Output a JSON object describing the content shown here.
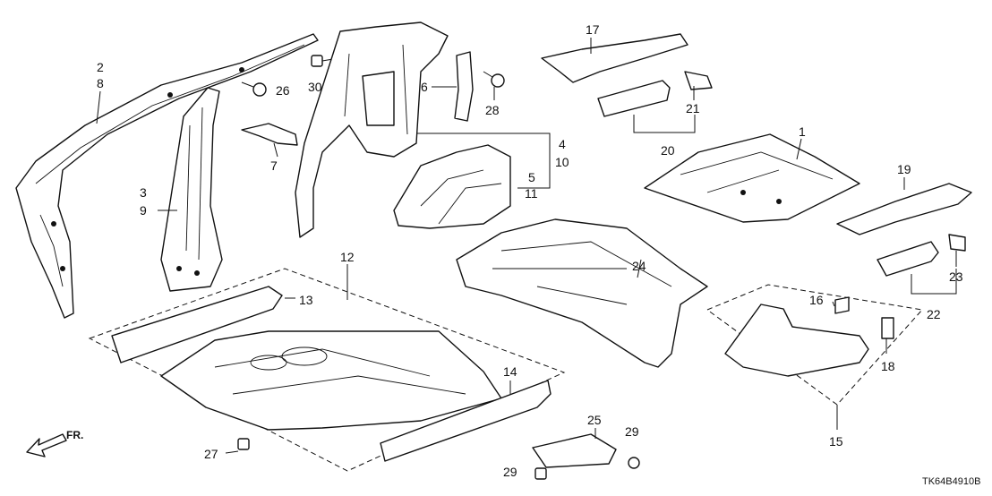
{
  "callouts": {
    "c1": "1",
    "c2": "2",
    "c8": "8",
    "c3": "3",
    "c9": "9",
    "c4": "4",
    "c10": "10",
    "c5": "5",
    "c11": "11",
    "c6": "6",
    "c7": "7",
    "c12": "12",
    "c13": "13",
    "c14": "14",
    "c15": "15",
    "c16": "16",
    "c17": "17",
    "c18": "18",
    "c19": "19",
    "c20": "20",
    "c21": "21",
    "c22": "22",
    "c23": "23",
    "c24": "24",
    "c25": "25",
    "c26": "26",
    "c27": "27",
    "c28": "28",
    "c29a": "29",
    "c29b": "29",
    "c30": "30"
  },
  "direction_label": "FR.",
  "diagram_code": "TK64B4910B"
}
